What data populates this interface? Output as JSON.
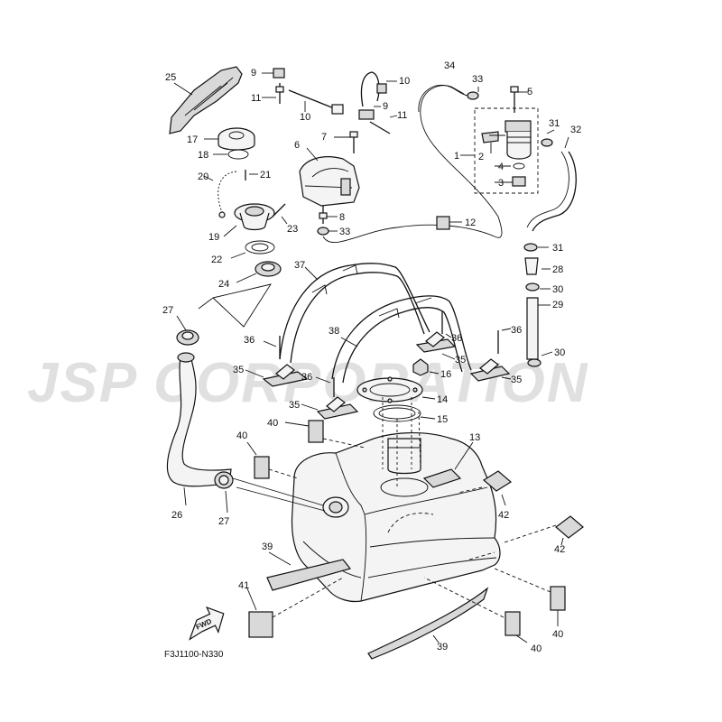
{
  "watermark": "JSP CORPORATION",
  "diagram_code": "F3J1100-N330",
  "fwd_label": "FWD",
  "callouts": {
    "c1": "1",
    "c2": "2",
    "c3": "3",
    "c4": "4",
    "c5": "5",
    "c6": "6",
    "c7": "7",
    "c8": "8",
    "c9a": "9",
    "c9b": "9",
    "c10a": "10",
    "c10b": "10",
    "c11a": "11",
    "c11b": "11",
    "c12": "12",
    "c13": "13",
    "c14": "14",
    "c15": "15",
    "c16": "16",
    "c17": "17",
    "c18": "18",
    "c19": "19",
    "c20": "20",
    "c21": "21",
    "c22": "22",
    "c23": "23",
    "c24": "24",
    "c25": "25",
    "c26": "26",
    "c27a": "27",
    "c27b": "27",
    "c28": "28",
    "c29": "29",
    "c30a": "30",
    "c30b": "30",
    "c31a": "31",
    "c31b": "31",
    "c32": "32",
    "c33a": "33",
    "c33b": "33",
    "c34": "34",
    "c35a": "35",
    "c35b": "35",
    "c35c": "35",
    "c35d": "35",
    "c36a": "36",
    "c36b": "36",
    "c36c": "36",
    "c36d": "36",
    "c37": "37",
    "c38": "38",
    "c39a": "39",
    "c39b": "39",
    "c40a": "40",
    "c40b": "40",
    "c40c": "40",
    "c40d": "40",
    "c41": "41",
    "c42a": "42",
    "c42b": "42"
  },
  "colors": {
    "line": "#111111",
    "watermark": "#c8c8c8",
    "fill": "#f4f4f4"
  }
}
